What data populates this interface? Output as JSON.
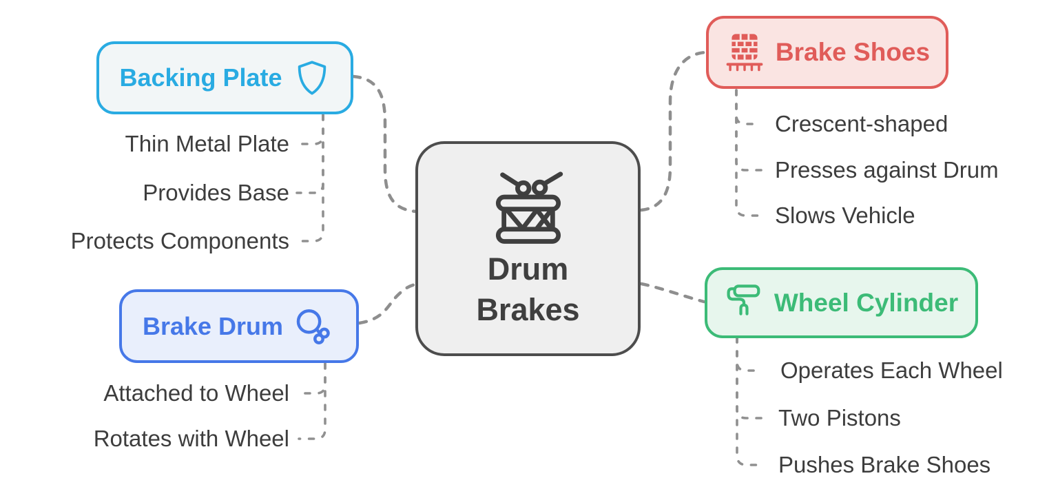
{
  "diagram_type": "mindmap",
  "center": {
    "label": "Drum Brakes",
    "icon": "drum-icon",
    "border_color": "#4D4D4D",
    "fill_color": "#EFEFEF",
    "text_color": "#3F3F3F"
  },
  "branches": [
    {
      "id": "backing-plate",
      "label": "Backing Plate",
      "icon": "shield-icon",
      "icon_side": "right",
      "color": "#29ABE2",
      "fill": "#F2F6F7",
      "items": [
        "Thin Metal Plate",
        "Provides Base",
        "Protects Components"
      ]
    },
    {
      "id": "brake-drum",
      "label": "Brake Drum",
      "icon": "drumstick-icon",
      "icon_side": "right",
      "color": "#4678E8",
      "fill": "#E9EFFC",
      "items": [
        "Attached to Wheel",
        "Rotates with Wheel"
      ]
    },
    {
      "id": "brake-shoes",
      "label": "Brake Shoes",
      "icon": "bricks-icon",
      "icon_side": "left",
      "color": "#E05C59",
      "fill": "#FAE4E2",
      "items": [
        "Crescent-shaped",
        "Presses against Drum",
        "Slows Vehicle"
      ]
    },
    {
      "id": "wheel-cylinder",
      "label": "Wheel Cylinder",
      "icon": "paint-roller-icon",
      "icon_side": "left",
      "color": "#3CBB77",
      "fill": "#E7F6ED",
      "items": [
        "Operates Each Wheel",
        "Two Pistons",
        "Pushes Brake Shoes"
      ]
    }
  ],
  "connector_color": "#8E8E8E",
  "leaf_text_color": "#3D3D3D",
  "background_color": "#FFFFFF"
}
